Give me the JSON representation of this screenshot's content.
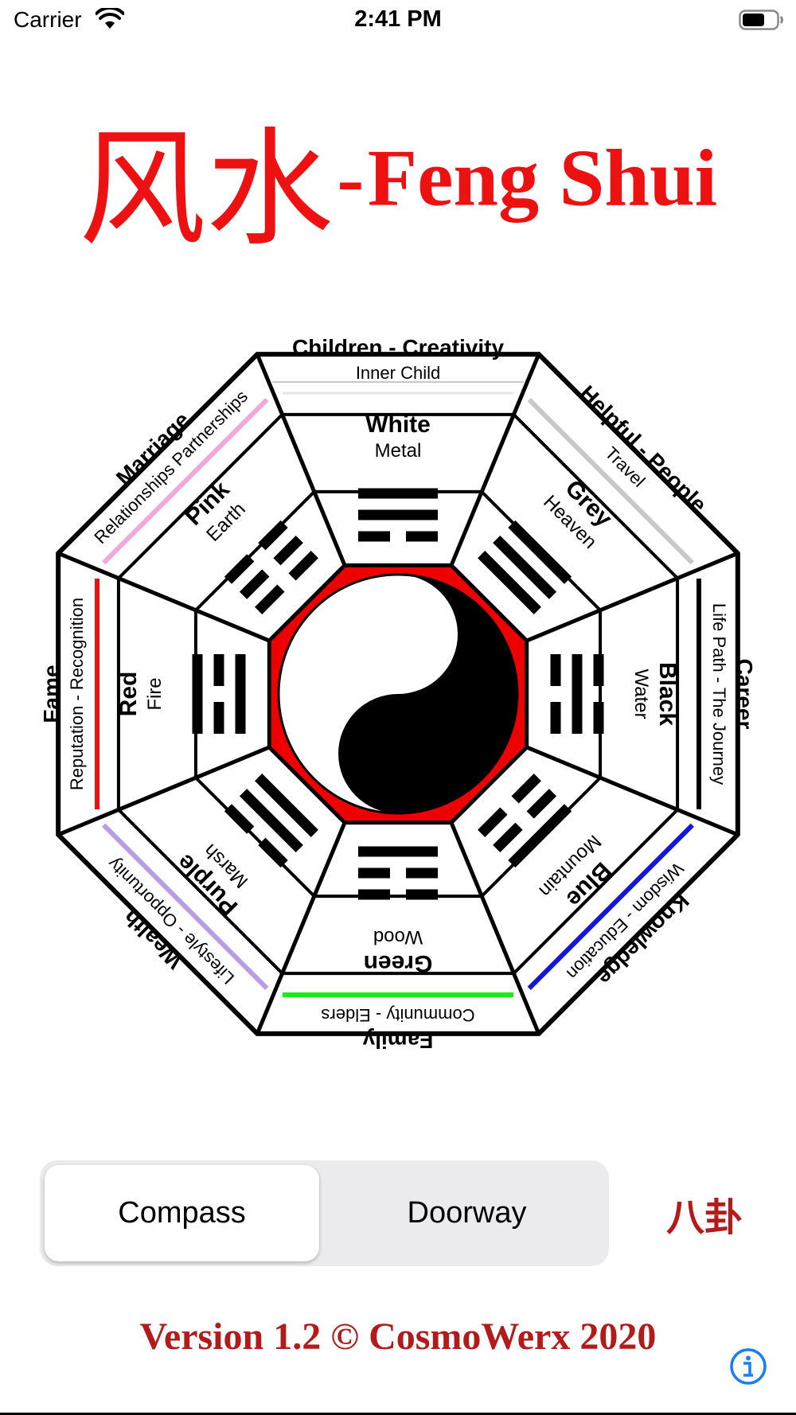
{
  "status_bar": {
    "carrier": "Carrier",
    "time": "2:41 PM"
  },
  "title": {
    "chinese": "风水",
    "separator": "-",
    "english": "Feng Shui"
  },
  "bagua": {
    "north": {
      "area": "Career",
      "subtitle": "Life Path - The Journey",
      "color": "Black",
      "element": "Water",
      "stripe": "#000000"
    },
    "northeast": {
      "area": "Knowledge",
      "subtitle": "Wisdom - Education",
      "color": "Blue",
      "element": "Mountain",
      "stripe": "#1515e0"
    },
    "east": {
      "area": "Family",
      "subtitle": "Community - Elders",
      "color": "Green",
      "element": "Wood",
      "stripe": "#1dea1d"
    },
    "southeast": {
      "area": "Wealth",
      "subtitle": "Lifestyle - Opportunity",
      "color": "Purple",
      "element": "Marsh",
      "stripe": "#b89ce8"
    },
    "south": {
      "area": "Fame",
      "subtitle": "Reputation - Recognition",
      "color": "Red",
      "element": "Fire",
      "stripe": "#ee1111"
    },
    "southwest": {
      "area": "Marriage",
      "subtitle": "Relationships Partnerships",
      "color": "Pink",
      "element": "Earth",
      "stripe": "#f2a8d8"
    },
    "west": {
      "area": "Children - Creativity",
      "subtitle": "Inner Child",
      "color": "White",
      "element": "Metal",
      "stripe": "#e6e6e6"
    },
    "northwest": {
      "area": "Helpful - People",
      "subtitle": "Travel",
      "color": "Grey",
      "element": "Heaven",
      "stripe": "#c8c8c8"
    }
  },
  "segmented_control": {
    "options": [
      "Compass",
      "Doorway"
    ],
    "selected": "Compass"
  },
  "bagua_button_label": "八卦",
  "footer": {
    "version_text": "Version 1.2 © CosmoWerx 2020"
  },
  "icons": {
    "info": "info-icon",
    "wifi": "wifi-icon",
    "battery": "battery-icon"
  },
  "colors": {
    "title_red": "#ee1111",
    "footer_red": "#b31a1a",
    "link_blue": "#1a7ef5",
    "yin_yang_ring": "#ee0000"
  }
}
